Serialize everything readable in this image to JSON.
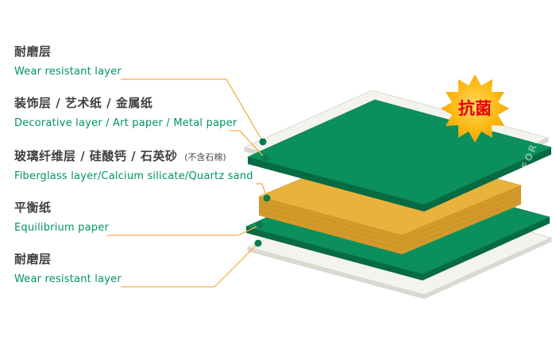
{
  "labels": [
    {
      "zh": "耐磨层",
      "en": "Wear resistant layer"
    },
    {
      "zh": "装饰层 / 艺术纸 / 金属纸",
      "en": "Decorative layer / Art paper / Metal paper"
    },
    {
      "zh": "玻璃纤维层 / 硅酸钙 / 石英砂",
      "zh_note": "(不含石棉)",
      "en": "Fiberglass layer/Calcium silicate/Quartz sand"
    },
    {
      "zh": "平衡纸",
      "en": "Equilibrium paper"
    },
    {
      "zh": "耐磨层",
      "en": "Wear resistant layer"
    }
  ],
  "badge": {
    "label": "抗菌",
    "text_color": "#e60012",
    "fill_top": "#ffd95e",
    "fill_bottom": "#f29d00"
  },
  "watermark": {
    "text": "FORCA"
  },
  "stack": {
    "colors": {
      "white_face": "#f3f3ef",
      "white_side": "#dadad2",
      "green_face": "#0b8f5c",
      "green_side": "#066a43",
      "yellow_face": "#e9b23d",
      "yellow_side": "#d3992a",
      "leader_line": "#f2b14b",
      "dot": "#0b7a4c"
    },
    "label_colors": {
      "chinese": "#3f3f3f",
      "english": "#00935e"
    }
  }
}
